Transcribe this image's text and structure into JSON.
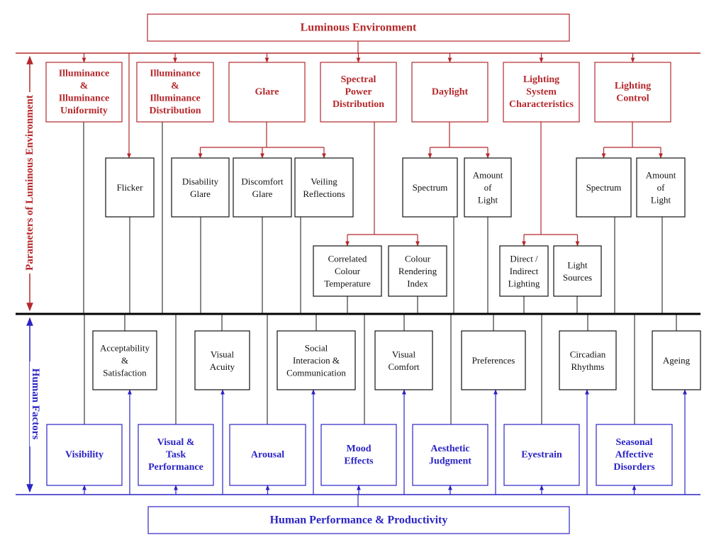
{
  "colors": {
    "red": "#b5282b",
    "blue": "#2b24c4",
    "black": "#111111"
  },
  "top": {
    "title": "Luminous Environment",
    "side_label": "Parameters of Luminous Environment",
    "params": [
      [
        "Illuminance",
        "&",
        "Illuminance",
        "Uniformity"
      ],
      [
        "Illuminance",
        "&",
        "Illuminance",
        "Distribution"
      ],
      [
        "Glare"
      ],
      [
        "Spectral",
        "Power",
        "Distribution"
      ],
      [
        "Daylight"
      ],
      [
        "Lighting",
        "System",
        "Characteristics"
      ],
      [
        "Lighting",
        "Control"
      ]
    ],
    "sub": {
      "flicker": [
        "Flicker"
      ],
      "disability_glare": [
        "Disability",
        "Glare"
      ],
      "discomfort_glare": [
        "Discomfort",
        "Glare"
      ],
      "veiling": [
        "Veiling",
        "Reflections"
      ],
      "daylight_spectrum": [
        "Spectrum"
      ],
      "daylight_amount": [
        "Amount",
        "of",
        "Light"
      ],
      "control_spectrum": [
        "Spectrum"
      ],
      "control_amount": [
        "Amount",
        "of",
        "Light"
      ],
      "cct": [
        "Correlated",
        "Colour",
        "Temperature"
      ],
      "cri": [
        "Colour",
        "Rendering",
        "Index"
      ],
      "direct_indirect": [
        "Direct /",
        "Indirect",
        "Lighting"
      ],
      "light_sources": [
        "Light",
        "Sources"
      ]
    }
  },
  "bottom": {
    "title": "Human Performance & Productivity",
    "side_label": "Human Factors",
    "factors": [
      [
        "Acceptability",
        "&",
        "Satisfaction"
      ],
      [
        "Visual",
        "Acuity"
      ],
      [
        "Social",
        "Interacion &",
        "Communication"
      ],
      [
        "Visual",
        "Comfort"
      ],
      [
        "Preferences"
      ],
      [
        "Circadian",
        "Rhythms"
      ],
      [
        "Ageing"
      ]
    ],
    "outcomes": [
      [
        "Visibility"
      ],
      [
        "Visual &",
        "Task",
        "Performance"
      ],
      [
        "Arousal"
      ],
      [
        "Mood",
        "Effects"
      ],
      [
        "Aesthetic",
        "Judgment"
      ],
      [
        "Eyestrain"
      ],
      [
        "Seasonal",
        "Affective",
        "Disorders"
      ]
    ]
  }
}
